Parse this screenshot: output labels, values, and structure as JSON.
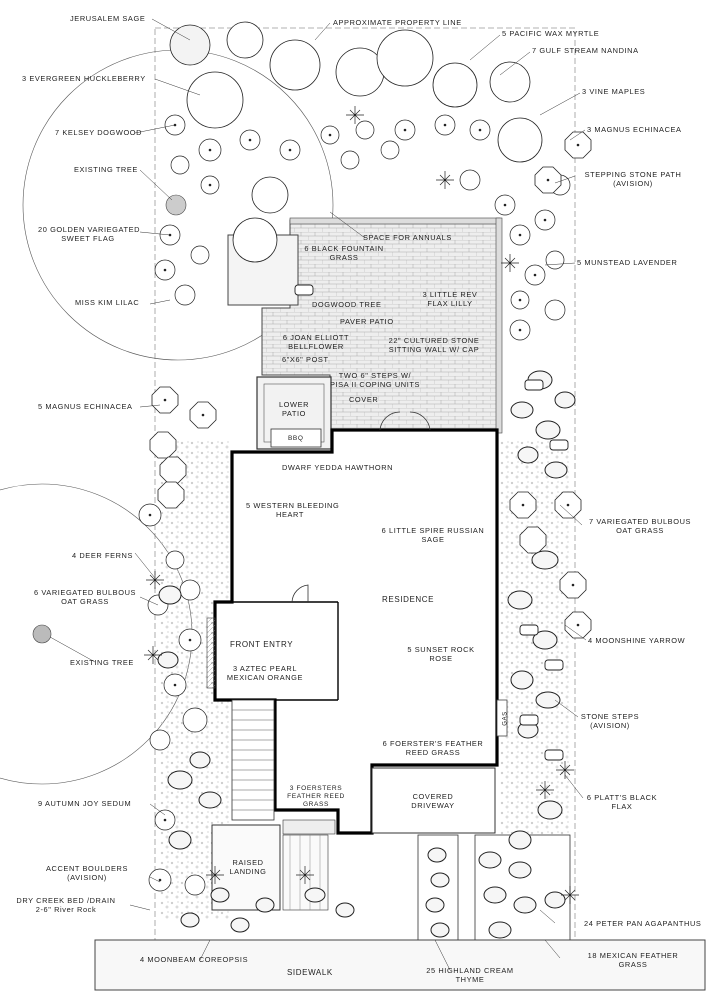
{
  "labels": {
    "jerusalem_sage": "Jerusalem Sage",
    "property_line": "Approximate Property Line",
    "wax_myrtle": "5 Pacific Wax Myrtle",
    "nandina": "7 Gulf Stream Nandina",
    "huckleberry": "3 Evergreen Huckleberry",
    "vine_maples": "3 Vine Maples",
    "kelsey_dogwood": "7 Kelsey Dogwood",
    "magnus_top": "3 Magnus Echinacea",
    "existing_tree_top": "Existing Tree",
    "stepping_stone_1": "Stepping Stone Path",
    "stepping_stone_2": "(Avision)",
    "sweet_flag_1": "20 Golden Variegated",
    "sweet_flag_2": "Sweet Flag",
    "space_annuals": "Space for Annuals",
    "fountain_grass_1": "6 Black Fountain",
    "fountain_grass_2": "Grass",
    "munstead": "5 Munstead Lavender",
    "miss_kim": "Miss Kim Lilac",
    "dogwood_tree": "Dogwood Tree",
    "flax_lilly_1": "3 Little Rev",
    "flax_lilly_2": "Flax Lilly",
    "paver_patio": "Paver Patio",
    "bellflower_1": "6 Joan Elliott",
    "bellflower_2": "Bellflower",
    "post": "6\"x6\" Post",
    "sitting_wall_1": "22\" Cultured Stone",
    "sitting_wall_2": "Sitting Wall w/ Cap",
    "steps_1": "Two 6\" Steps w/",
    "steps_2": "Pisa II Coping Units",
    "cover": "Cover",
    "lower_patio_1": "Lower",
    "lower_patio_2": "Patio",
    "bbq": "BBQ",
    "magnus_left": "5 Magnus Echinacea",
    "yedda": "Dwarf Yedda Hawthorn",
    "bleeding_heart_1": "5 Western Bleeding",
    "bleeding_heart_2": "Heart",
    "russian_sage_1": "6 Little Spire Russian",
    "russian_sage_2": "Sage",
    "oat_grass_right_1": "7 Variegated Bulbous",
    "oat_grass_right_2": "Oat Grass",
    "deer_ferns": "4 Deer Ferns",
    "residence": "Residence",
    "oat_grass_left_1": "6 Variegated Bulbous",
    "oat_grass_left_2": "Oat Grass",
    "moonshine": "4 Moonshine Yarrow",
    "front_entry": "Front Entry",
    "sunset_rose_1": "5 Sunset Rock",
    "sunset_rose_2": "Rose",
    "existing_tree_left": "Existing Tree",
    "mexican_orange_1": "3 Aztec Pearl",
    "mexican_orange_2": "Mexican Orange",
    "gas": "GAS",
    "stone_steps_1": "Stone Steps",
    "stone_steps_2": "(Avision)",
    "foerster_right_1": "6 Foerster's Feather",
    "foerster_right_2": "Reed Grass",
    "autumn_joy": "9 Autumn Joy Sedum",
    "foerster_small_1": "3 Foersters",
    "foerster_small_2": "Feather Reed",
    "foerster_small_3": "Grass",
    "covered_driveway_1": "Covered",
    "covered_driveway_2": "Driveway",
    "platt_1": "6 Platt's Black",
    "platt_2": "Flax",
    "accent_boulders_1": "Accent Boulders",
    "accent_boulders_2": "(Avision)",
    "raised_landing_1": "Raised",
    "raised_landing_2": "Landing",
    "dry_creek_1": "Dry Creek Bed /Drain",
    "dry_creek_2": "2-6\" River Rock",
    "agapanthus": "24 Peter Pan Agapanthus",
    "coreopsis": "4 Moonbeam Coreopsis",
    "sidewalk": "Sidewalk",
    "thyme": "25 Highland Cream",
    "thyme_2": "Thyme",
    "feather_grass_1": "18 Mexican Feather",
    "feather_grass_2": "Grass"
  }
}
